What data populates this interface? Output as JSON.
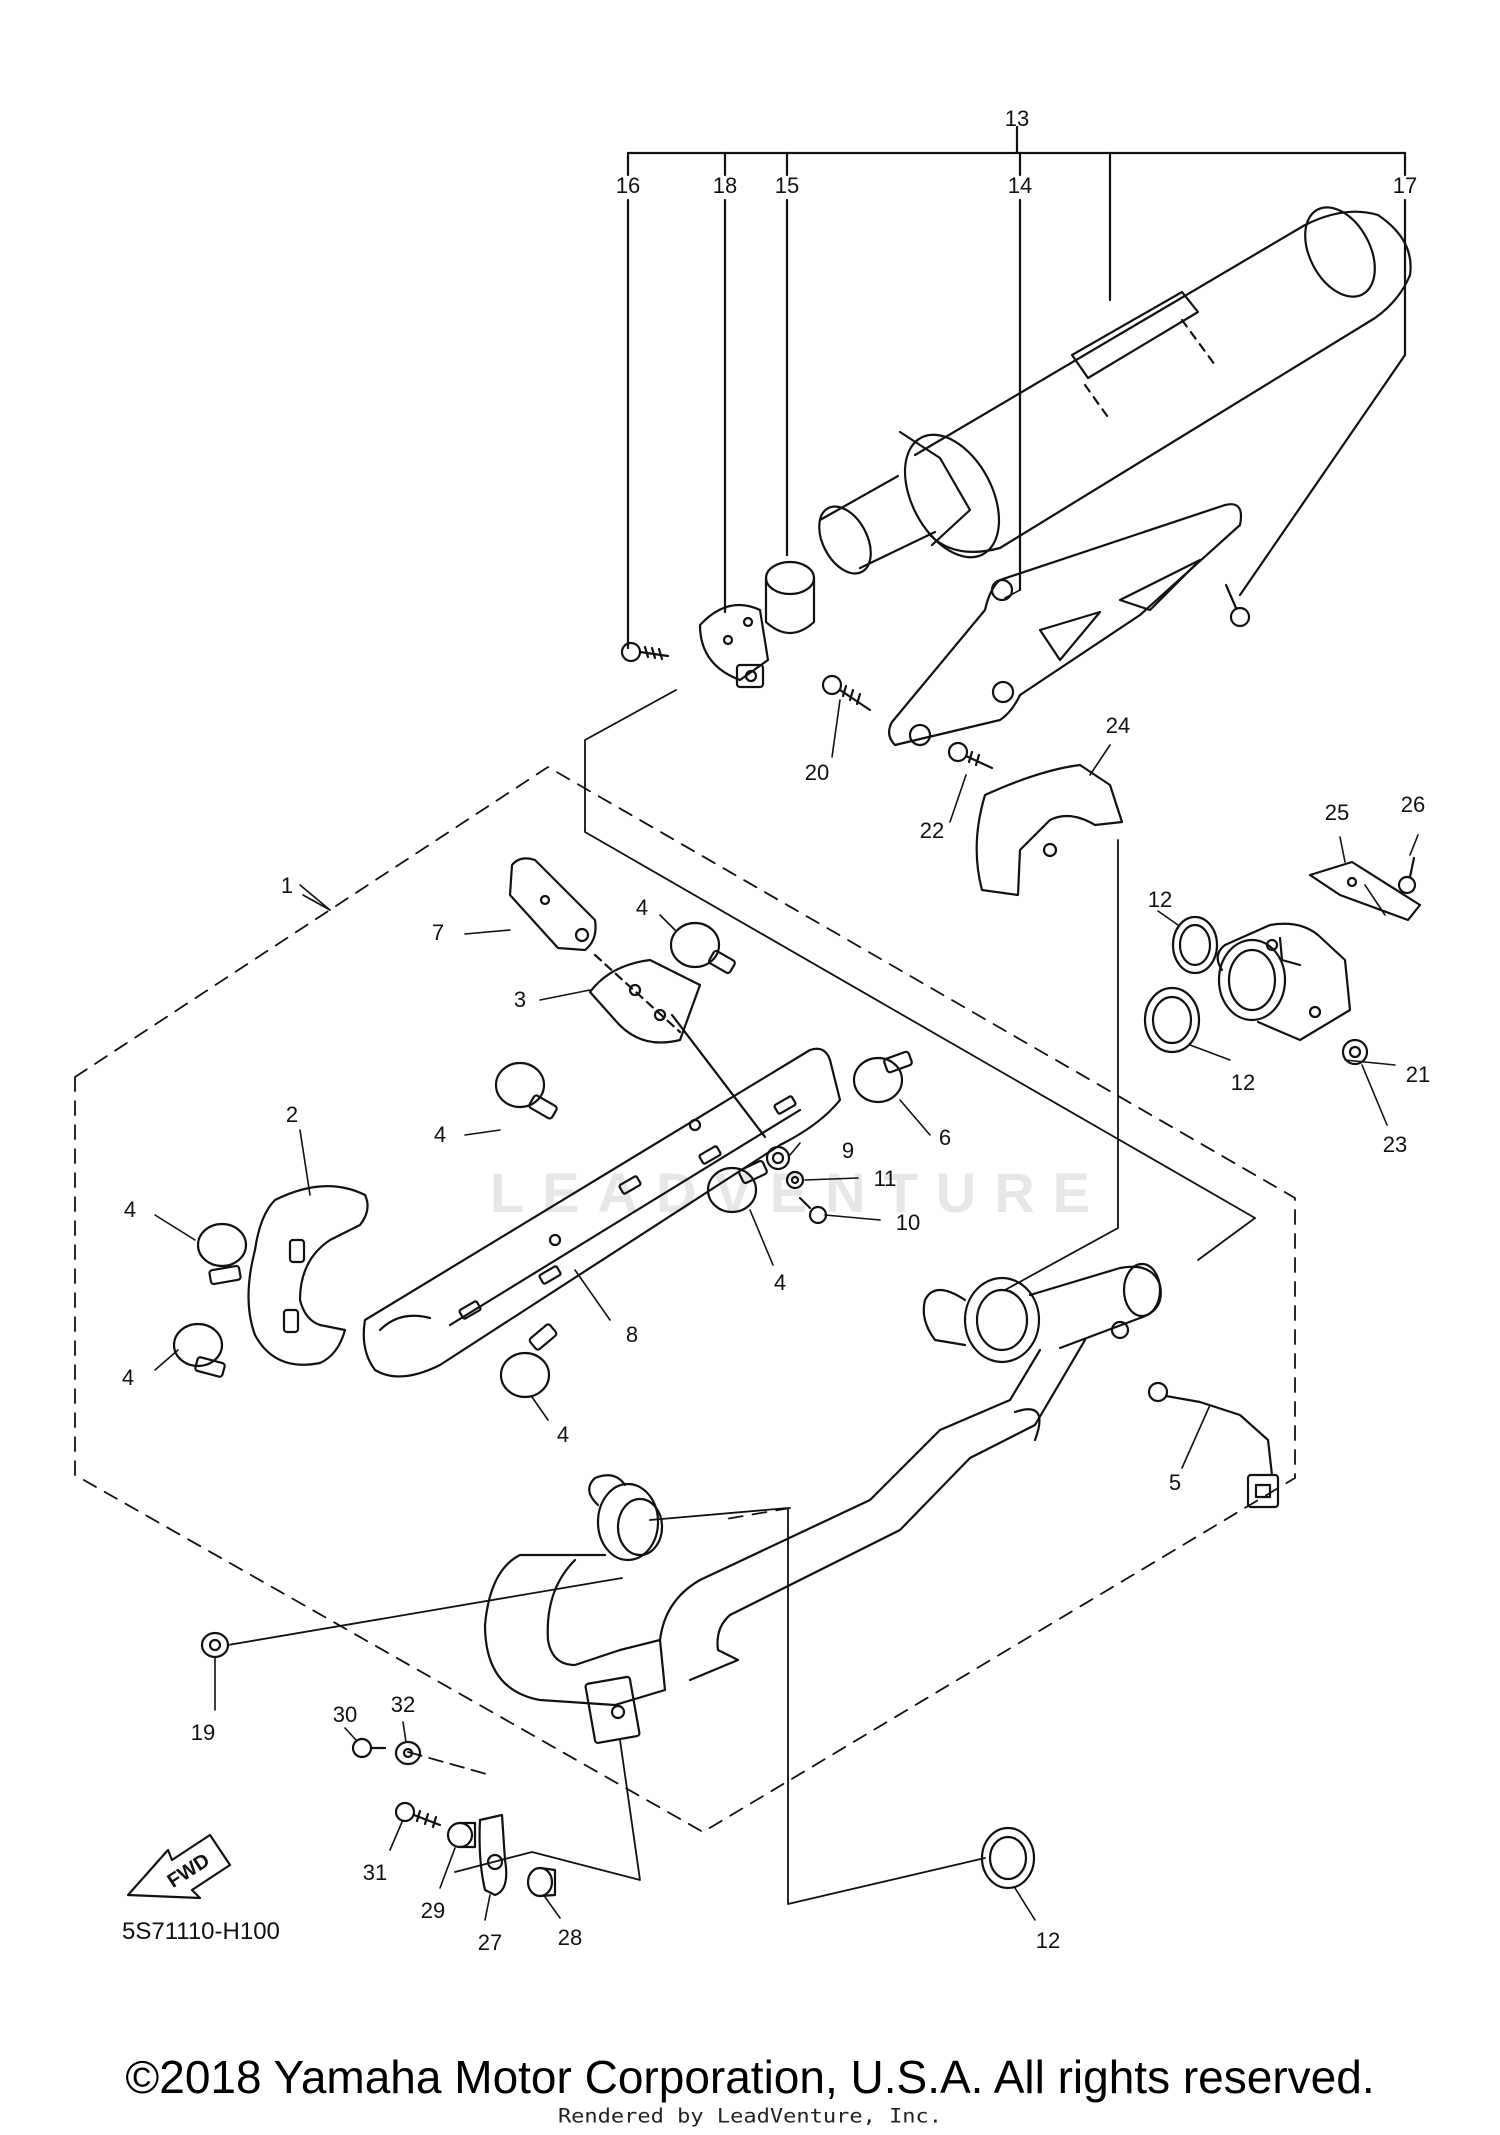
{
  "diagram": {
    "part_numbers": [
      "1",
      "2",
      "3",
      "4",
      "5",
      "6",
      "7",
      "8",
      "9",
      "10",
      "11",
      "12",
      "13",
      "14",
      "15",
      "16",
      "17",
      "18",
      "19",
      "20",
      "21",
      "22",
      "23",
      "24",
      "25",
      "26",
      "27",
      "28",
      "29",
      "30",
      "31",
      "32"
    ],
    "diagram_code": "5S71110-H100",
    "fwd_arrow_text": "FWD",
    "watermark_text": "LEADVENTURE"
  },
  "footer": {
    "copyright": "©2018 Yamaha Motor Corporation, U.S.A. All rights reserved.",
    "rendered_by": "Rendered by LeadVenture, Inc."
  }
}
